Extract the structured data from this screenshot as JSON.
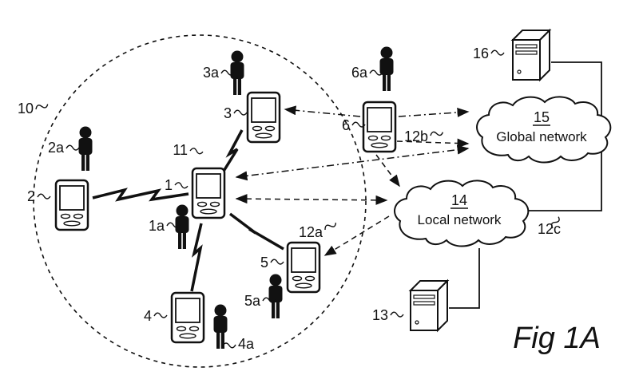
{
  "figure": {
    "caption": "Fig 1A",
    "colors": {
      "ink": "#111111",
      "background": "#ffffff"
    },
    "icons": {
      "person": "person-silhouette-icon",
      "phone": "mobile-phone-icon",
      "server": "server-tower-icon",
      "cloud": "network-cloud-icon",
      "lightning": "wireless-link-bolt-icon"
    },
    "labels": {
      "area": "10",
      "phone_1": "1",
      "user_1": "1a",
      "phone_2": "2",
      "user_2": "2a",
      "phone_3": "3",
      "user_3": "3a",
      "phone_4": "4",
      "user_4": "4a",
      "phone_5": "5",
      "user_5": "5a",
      "phone_6": "6",
      "user_6": "6a",
      "wireless_link": "11",
      "link_12a": "12a",
      "link_12b": "12b",
      "link_12c": "12c",
      "server_13": "13",
      "server_16": "16",
      "network_14_num": "14",
      "network_14_name": "Local network",
      "network_15_num": "15",
      "network_15_name": "Global network"
    }
  }
}
